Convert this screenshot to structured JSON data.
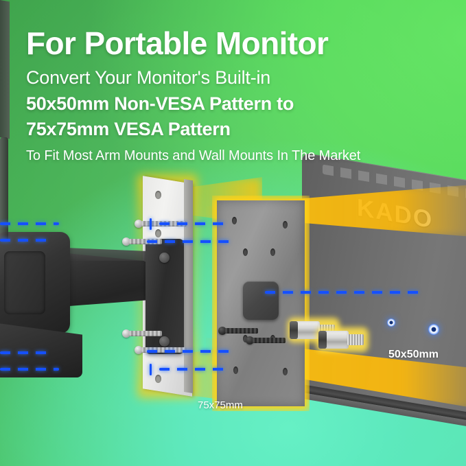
{
  "banner": {
    "headline": "For Portable Monitor",
    "sub_lines": {
      "l1": "Convert Your Monitor's Built-in",
      "l2": "50x50mm Non-VESA Pattern to",
      "l3": "75x75mm VESA Pattern",
      "l4": "To Fit Most Arm Mounts and Wall Mounts In The Market"
    }
  },
  "product": {
    "brand_logo": "KADO",
    "captions": {
      "source_pattern": "50x50mm",
      "target_pattern": "75x75mm"
    },
    "parts": {
      "monitor": "portable-monitor-back",
      "adapter_plate": "vesa-x-adapter-plate",
      "mount_plate": "monitor-mount-plate",
      "arm": "articulating-arm-mount",
      "screws": "mounting-screws",
      "standoffs": "hex-standoff-spacers"
    }
  },
  "colors": {
    "bg_green_dark": "#3fa44c",
    "bg_green_bright": "#59dc5c",
    "bg_turquoise": "#5ce9bd",
    "glow_yellow": "#ffc10c",
    "guide_blue": "#1550ff",
    "monitor_gray": "#6e6e6e",
    "text_white": "#ffffff"
  }
}
